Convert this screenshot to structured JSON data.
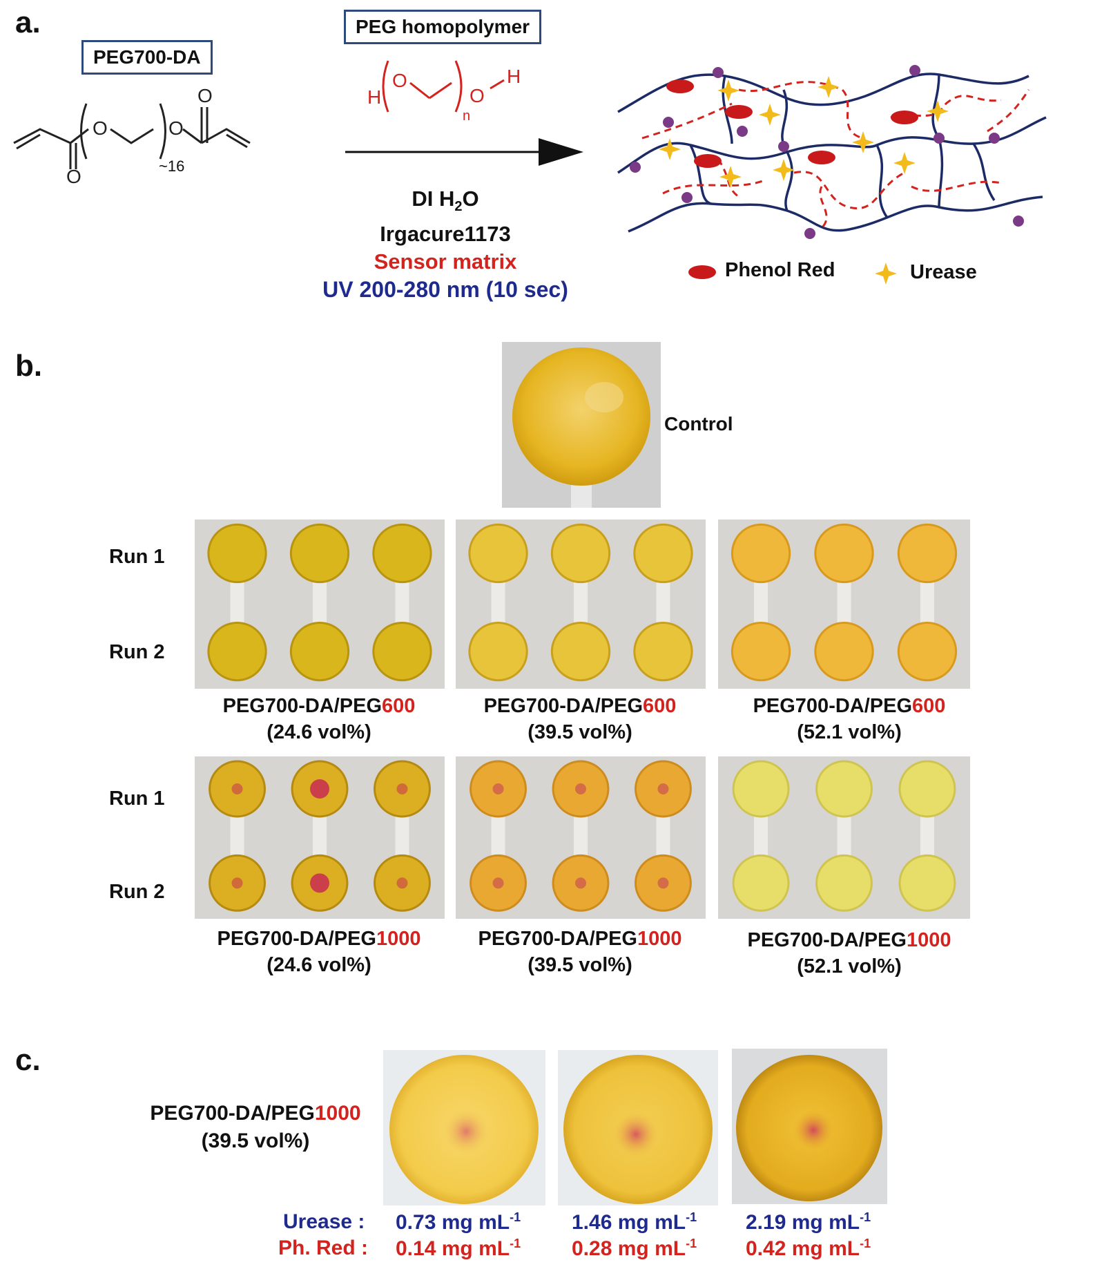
{
  "panels": {
    "a": "a.",
    "b": "b.",
    "c": "c."
  },
  "scheme": {
    "peg700da_label": "PEG700-DA",
    "repeat_subscript": "~16",
    "homopolymer_label": "PEG homopolymer",
    "homopolymer_n": "n",
    "conditions": {
      "solvent_prefix": "DI H",
      "solvent_sub": "2",
      "solvent_suffix": "O",
      "initiator": "Irgacure1173",
      "matrix": "Sensor matrix",
      "uv": "UV 200-280 nm (10 sec)"
    },
    "legend": {
      "phenol_red": "Phenol Red",
      "urease": "Urease"
    },
    "colors": {
      "network": "#1c2a66",
      "crosslink": "#7b3a86",
      "peg_chain": "#d2231f",
      "phenol_red": "#c8191b",
      "urease": "#f2bb1b"
    }
  },
  "panel_b": {
    "control_label": "Control",
    "run_labels": [
      "Run 1",
      "Run 2"
    ],
    "caption_prefix": "PEG700-DA/PEG",
    "rows": [
      {
        "peg": "600",
        "captions": [
          "(24.6 vol%)",
          "(39.5 vol%)",
          "(52.1 vol%)"
        ]
      },
      {
        "peg": "1000",
        "captions": [
          "(24.6 vol%)",
          "(39.5 vol%)",
          "(52.1 vol%)"
        ]
      }
    ]
  },
  "panel_c": {
    "sample_prefix": "PEG700-DA/PEG",
    "sample_peg": "1000",
    "sample_vol": "(39.5 vol%)",
    "urease_label": "Urease :",
    "phred_label": "Ph. Red :",
    "unit": "mg mL",
    "unit_sup": "-1",
    "urease_values": [
      "0.73",
      "1.46",
      "2.19"
    ],
    "phred_values": [
      "0.14",
      "0.28",
      "0.42"
    ]
  }
}
